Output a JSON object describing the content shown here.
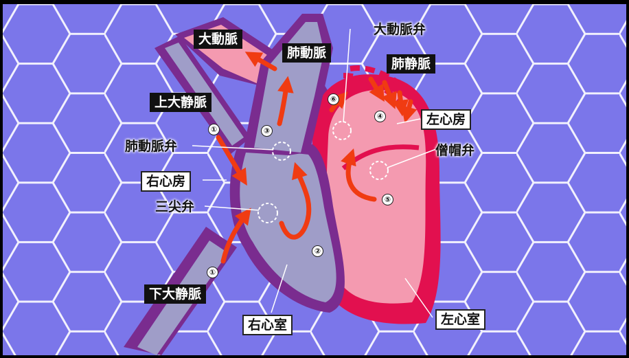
{
  "colors": {
    "background": "#7b76ea",
    "honeycomb_line": "#ffffff",
    "deoxygenated_blood": "#9f9dc8",
    "oxygenated_blood": "#f49ab0",
    "vessel_wall": "#7a2c8f",
    "heart_wall_left": "#e2104f",
    "flow_arrow": "#f03b12"
  },
  "labels": {
    "aorta": "大動脈",
    "pulmonary_artery": "肺動脈",
    "pulmonary_vein": "肺静脈",
    "aortic_valve": "大動脈弁",
    "superior_vena_cava": "上大静脈",
    "left_atrium": "左心房",
    "mitral_valve": "僧帽弁",
    "pulmonary_valve": "肺動脈弁",
    "right_atrium": "右心房",
    "tricuspid_valve": "三尖弁",
    "inferior_vena_cava": "下大静脈",
    "right_ventricle": "右心室",
    "left_ventricle": "左心室"
  },
  "step_numbers": {
    "svc_step": "①",
    "ivc_step": "①",
    "rv_step": "②",
    "pa_step": "③",
    "la_step": "④",
    "lv_step": "⑤",
    "aorta_step": "⑥"
  }
}
